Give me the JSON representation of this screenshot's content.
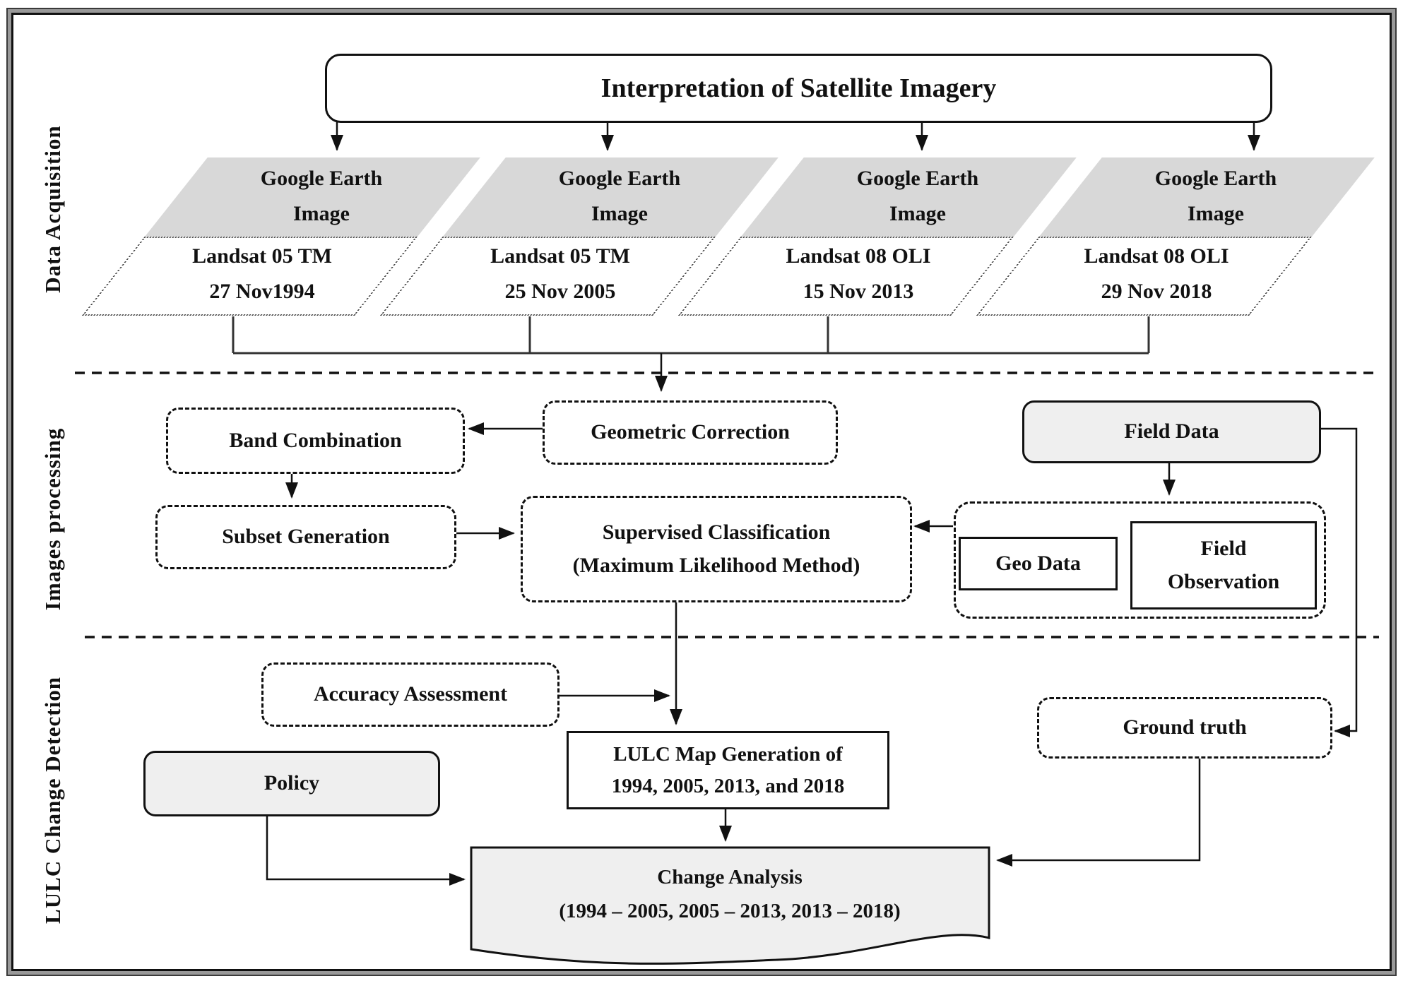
{
  "sections": {
    "acquisition_label": "Data Acquisition",
    "processing_label": "Images processing",
    "detection_label": "LULC Change Detection"
  },
  "title": "Interpretation of Satellite Imagery",
  "acquisition": {
    "images": [
      {
        "source_line1": "Google Earth",
        "source_line2": "Image",
        "sensor": "Landsat 05 TM",
        "date": "27 Nov1994"
      },
      {
        "source_line1": "Google Earth",
        "source_line2": "Image",
        "sensor": "Landsat 05 TM",
        "date": "25 Nov 2005"
      },
      {
        "source_line1": "Google Earth",
        "source_line2": "Image",
        "sensor": "Landsat 08 OLI",
        "date": "15 Nov 2013"
      },
      {
        "source_line1": "Google Earth",
        "source_line2": "Image",
        "sensor": "Landsat 08 OLI",
        "date": "29 Nov 2018"
      }
    ]
  },
  "processing": {
    "geometric_correction": "Geometric Correction",
    "band_combination": "Band Combination",
    "subset_generation": "Subset Generation",
    "supervised_line1": "Supervised Classification",
    "supervised_line2": "(Maximum Likelihood Method)",
    "field_data": "Field Data",
    "geo_data": "Geo Data",
    "field_observation_line1": "Field",
    "field_observation_line2": "Observation"
  },
  "detection": {
    "accuracy_assessment": "Accuracy Assessment",
    "lulc_map_line1": "LULC Map Generation of",
    "lulc_map_line2": "1994, 2005, 2013, and 2018",
    "policy": "Policy",
    "ground_truth": "Ground truth",
    "change_line1": "Change Analysis",
    "change_line2": "(1994 – 2005, 2005 – 2013, 2013 – 2018)"
  },
  "colors": {
    "parallelogram_fill": "#d8d8d8",
    "highlight_node_fill": "#efefef",
    "line": "#111111",
    "frame_gray": "#999999"
  }
}
